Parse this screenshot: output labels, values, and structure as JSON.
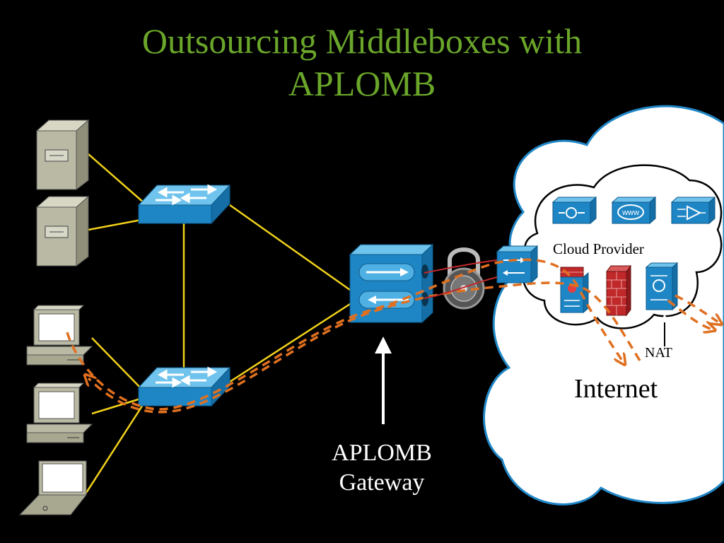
{
  "title": {
    "line1": "Outsourcing Middleboxes with",
    "line2": "APLOMB"
  },
  "labels": {
    "gateway_line1": "APLOMB",
    "gateway_line2": "Gateway",
    "cloud_provider": "Cloud Provider",
    "nat": "NAT",
    "internet": "Internet"
  },
  "colors": {
    "title": "#6aa62a",
    "link": "#f2d21a",
    "traffic": "#e07020",
    "device_blue": "#1f86c6",
    "cloud_border": "#1f86c6",
    "firewall": "#c0282a"
  }
}
